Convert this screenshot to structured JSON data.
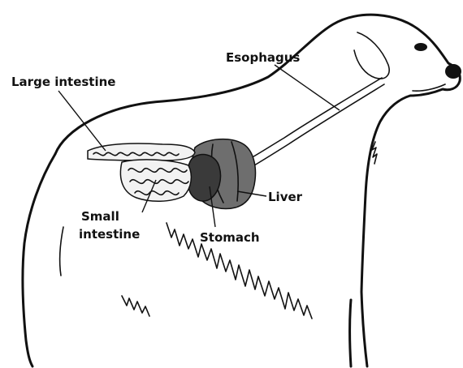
{
  "labels": {
    "esophagus": "Esophagus",
    "large_intestine": "Large intestine",
    "small_intestine_line1": "Small",
    "small_intestine_line2": "intestine",
    "liver": "Liver",
    "stomach": "Stomach"
  },
  "colors": {
    "ink": "#111111",
    "liver_fill": "#6e6e6e",
    "stomach_fill": "#3a3a3a",
    "intestine_fill": "#f2f2f2",
    "background": "#ffffff"
  }
}
